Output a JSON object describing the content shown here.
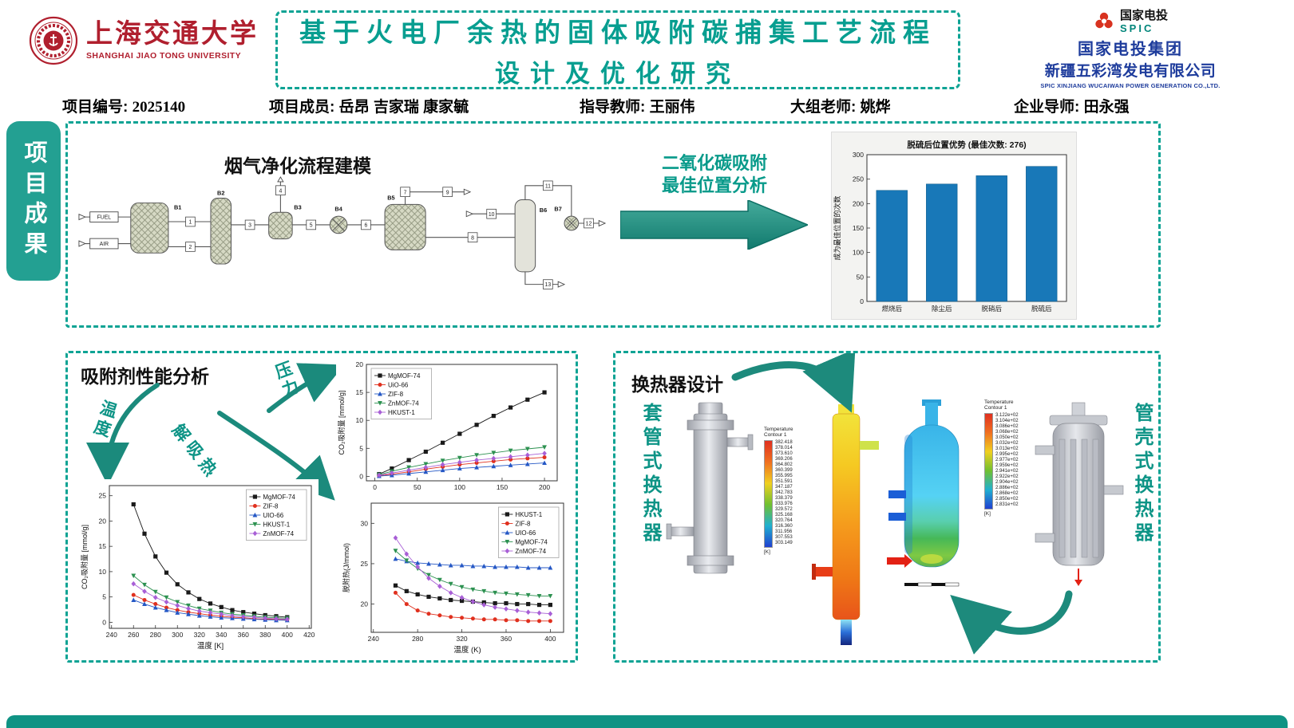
{
  "header": {
    "university_cn": "上海交通大学",
    "university_en": "SHANGHAI JIAO TONG UNIVERSITY",
    "title_line1": "基于火电厂余热的固体吸附碳捕集工艺流程",
    "title_line2": "设计及优化研究",
    "spic_name": "国家电投",
    "spic_abbr": "SPIC",
    "company_line1": "国家电投集团",
    "company_line2": "新疆五彩湾发电有限公司",
    "company_en": "SPIC XINJIANG WUCAIWAN POWER GENERATION CO.,LTD."
  },
  "info_bar": {
    "project_id_label": "项目编号:",
    "project_id": "2025140",
    "members_label": "项目成员:",
    "members": "岳昂 吉家瑞 康家毓",
    "advisor_label": "指导教师:",
    "advisor": "王丽伟",
    "group_teacher_label": "大组老师:",
    "group_teacher": "姚烨",
    "mentor_label": "企业导师:",
    "mentor": "田永强"
  },
  "side_tab": {
    "label": "项目成果"
  },
  "top_panel": {
    "flow_title": "烟气净化流程建模",
    "arrow_text_line1": "二氧化碳吸附",
    "arrow_text_line2": "最佳位置分析",
    "flowsheet": {
      "feed_labels": [
        "FUEL",
        "AIR"
      ],
      "block_labels": [
        "B1",
        "B2",
        "B3",
        "B4",
        "B5",
        "B6",
        "B7"
      ],
      "stream_labels": [
        "1",
        "2",
        "3",
        "4",
        "5",
        "6",
        "7",
        "8",
        "9",
        "10",
        "11",
        "12",
        "13"
      ]
    }
  },
  "adsorbent_panel": {
    "title": "吸附剂性能分析",
    "arrow_labels": {
      "temperature": "温度",
      "desorption": "解吸热",
      "pressure": "压力"
    }
  },
  "hx_panel": {
    "title": "换热器设计",
    "left_label": "套管式换热器",
    "right_label": "管壳式换热器",
    "legend1": {
      "title_line1": "Temperature",
      "title_line2": "Contour 1",
      "values": [
        "382.418",
        "378.014",
        "373.610",
        "369.206",
        "364.802",
        "360.399",
        "355.995",
        "351.591",
        "347.187",
        "342.783",
        "338.379",
        "333.976",
        "329.572",
        "325.168",
        "320.764",
        "316.360",
        "311.956",
        "307.553",
        "303.149"
      ],
      "unit": "[K]"
    },
    "legend2": {
      "title_line1": "Temperature",
      "title_line2": "Contour 1",
      "values": [
        "3.122e+02",
        "3.104e+02",
        "3.086e+02",
        "3.068e+02",
        "3.050e+02",
        "3.032e+02",
        "3.013e+02",
        "2.995e+02",
        "2.977e+02",
        "2.959e+02",
        "2.941e+02",
        "2.922e+02",
        "2.904e+02",
        "2.886e+02",
        "2.868e+02",
        "2.850e+02",
        "2.831e+02"
      ],
      "unit": "[K]"
    }
  },
  "chart_data": [
    {
      "type": "bar",
      "title": "脱硫后位置优势 (最佳次数: 276)",
      "ylabel": "成为最佳位置的次数",
      "categories": [
        "燃烧后",
        "除尘后",
        "脱硝后",
        "脱硫后"
      ],
      "values": [
        227,
        240,
        257,
        276
      ],
      "ylim": [
        0,
        300
      ],
      "yticks": [
        0,
        50,
        100,
        150,
        200,
        250,
        300
      ],
      "bar_color": "#1878b8"
    },
    {
      "type": "line",
      "xlabel": "",
      "ylabel": "CO₂吸附量 [mmol/g]",
      "xlim": [
        -10,
        215
      ],
      "xticks": [
        0,
        50,
        100,
        150,
        200
      ],
      "ylim": [
        -0.8,
        20
      ],
      "yticks": [
        0,
        5,
        10,
        15,
        20
      ],
      "x": [
        5,
        20,
        40,
        60,
        80,
        100,
        120,
        140,
        160,
        180,
        200
      ],
      "legend_pos": "tl",
      "series": [
        {
          "name": "MgMOF-74",
          "color": "#1a1a1a",
          "marker": "square",
          "values": [
            0.4,
            1.4,
            2.9,
            4.4,
            6.0,
            7.6,
            9.2,
            10.8,
            12.3,
            13.7,
            15.0
          ]
        },
        {
          "name": "UiO-66",
          "color": "#e0301e",
          "marker": "circle",
          "values": [
            0.1,
            0.4,
            0.8,
            1.3,
            1.7,
            2.1,
            2.4,
            2.7,
            3.0,
            3.2,
            3.4
          ]
        },
        {
          "name": "ZIF-8",
          "color": "#2457c5",
          "marker": "triangle-up",
          "values": [
            0.05,
            0.2,
            0.5,
            0.8,
            1.1,
            1.4,
            1.6,
            1.8,
            2.0,
            2.2,
            2.4
          ]
        },
        {
          "name": "ZnMOF-74",
          "color": "#2c9150",
          "marker": "triangle-down",
          "values": [
            0.3,
            0.9,
            1.6,
            2.2,
            2.8,
            3.3,
            3.8,
            4.2,
            4.6,
            4.9,
            5.2
          ]
        },
        {
          "name": "HKUST-1",
          "color": "#a85fd6",
          "marker": "diamond",
          "values": [
            0.2,
            0.6,
            1.1,
            1.6,
            2.1,
            2.5,
            2.9,
            3.2,
            3.5,
            3.8,
            4.1
          ]
        }
      ]
    },
    {
      "type": "line",
      "xlabel": "温度 [K]",
      "ylabel": "CO₂吸附量 [mmol/g]",
      "xlim": [
        238,
        422
      ],
      "xticks": [
        240,
        260,
        280,
        300,
        320,
        340,
        360,
        380,
        400,
        420
      ],
      "ylim": [
        -1.2,
        27
      ],
      "yticks": [
        0,
        5,
        10,
        15,
        20,
        25
      ],
      "x": [
        260,
        270,
        280,
        290,
        300,
        310,
        320,
        330,
        340,
        350,
        360,
        370,
        380,
        390,
        400
      ],
      "legend_pos": "tr",
      "series": [
        {
          "name": "MgMOF-74",
          "color": "#1a1a1a",
          "marker": "square",
          "values": [
            23.3,
            17.5,
            13.0,
            9.8,
            7.5,
            5.9,
            4.6,
            3.7,
            3.0,
            2.4,
            2.0,
            1.7,
            1.4,
            1.2,
            1.0
          ]
        },
        {
          "name": "ZIF-8",
          "color": "#e0301e",
          "marker": "circle",
          "values": [
            5.4,
            4.4,
            3.6,
            2.9,
            2.4,
            2.0,
            1.7,
            1.4,
            1.2,
            1.0,
            0.9,
            0.7,
            0.6,
            0.6,
            0.5
          ]
        },
        {
          "name": "UIO-66",
          "color": "#2457c5",
          "marker": "triangle-up",
          "values": [
            4.4,
            3.6,
            2.9,
            2.4,
            1.9,
            1.6,
            1.3,
            1.1,
            0.9,
            0.8,
            0.7,
            0.6,
            0.5,
            0.4,
            0.4
          ]
        },
        {
          "name": "HKUST-1",
          "color": "#2c9150",
          "marker": "triangle-down",
          "values": [
            9.2,
            7.4,
            6.0,
            4.9,
            4.0,
            3.3,
            2.7,
            2.3,
            1.9,
            1.6,
            1.4,
            1.2,
            1.0,
            0.9,
            0.8
          ]
        },
        {
          "name": "ZnMOF-74",
          "color": "#a85fd6",
          "marker": "diamond",
          "values": [
            7.6,
            6.1,
            4.9,
            4.0,
            3.3,
            2.7,
            2.2,
            1.9,
            1.6,
            1.3,
            1.1,
            1.0,
            0.8,
            0.7,
            0.6
          ]
        }
      ]
    },
    {
      "type": "line",
      "xlabel": "温度 (K)",
      "ylabel": "脱附热(J/mmol)",
      "xlim": [
        238,
        412
      ],
      "xticks": [
        240,
        280,
        320,
        360,
        400
      ],
      "ylim": [
        16.5,
        32.5
      ],
      "yticks": [
        20,
        25,
        30
      ],
      "x": [
        260,
        270,
        280,
        290,
        300,
        310,
        320,
        330,
        340,
        350,
        360,
        370,
        380,
        390,
        400
      ],
      "legend_pos": "tr",
      "series": [
        {
          "name": "HKUST-1",
          "color": "#1a1a1a",
          "marker": "square",
          "values": [
            22.3,
            21.6,
            21.2,
            20.9,
            20.7,
            20.5,
            20.4,
            20.3,
            20.2,
            20.1,
            20.1,
            20.0,
            20.0,
            19.9,
            19.9
          ]
        },
        {
          "name": "ZIF-8",
          "color": "#e0301e",
          "marker": "circle",
          "values": [
            21.4,
            20.0,
            19.2,
            18.8,
            18.6,
            18.4,
            18.3,
            18.2,
            18.1,
            18.1,
            18.0,
            18.0,
            17.9,
            17.9,
            17.9
          ]
        },
        {
          "name": "UIO-66",
          "color": "#2457c5",
          "marker": "triangle-up",
          "values": [
            25.6,
            25.3,
            25.1,
            25.0,
            24.9,
            24.8,
            24.8,
            24.7,
            24.7,
            24.6,
            24.6,
            24.6,
            24.5,
            24.5,
            24.5
          ]
        },
        {
          "name": "MgMOF-74",
          "color": "#2c9150",
          "marker": "triangle-down",
          "values": [
            26.6,
            25.4,
            24.4,
            23.6,
            23.0,
            22.5,
            22.1,
            21.8,
            21.6,
            21.4,
            21.3,
            21.2,
            21.1,
            21.0,
            21.0
          ]
        },
        {
          "name": "ZnMOF-74",
          "color": "#a85fd6",
          "marker": "diamond",
          "values": [
            28.2,
            26.2,
            24.6,
            23.2,
            22.2,
            21.4,
            20.8,
            20.3,
            19.9,
            19.6,
            19.4,
            19.2,
            19.0,
            18.9,
            18.8
          ]
        }
      ]
    }
  ]
}
